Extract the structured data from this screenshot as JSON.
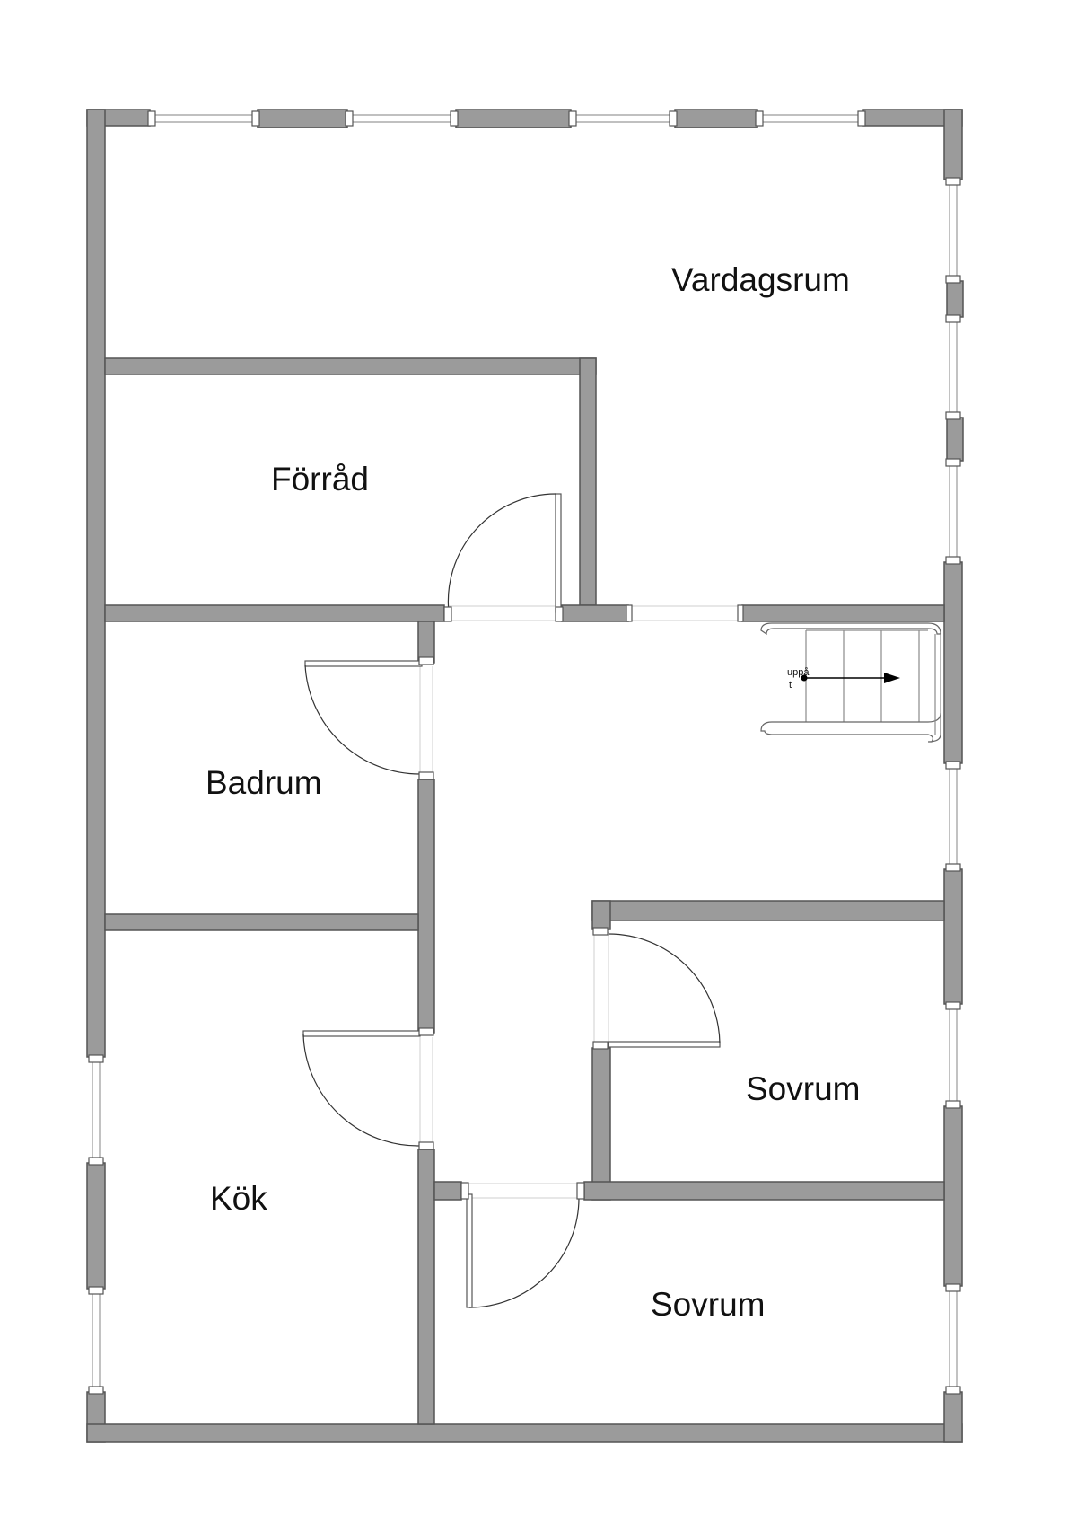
{
  "rooms": {
    "vardagsrum": "Vardagsrum",
    "forrad": "Förråd",
    "badrum": "Badrum",
    "kok": "Kök",
    "sovrum_1": "Sovrum",
    "sovrum_2": "Sovrum"
  },
  "stairs": {
    "label_line1": "uppå",
    "label_line2": "t"
  }
}
